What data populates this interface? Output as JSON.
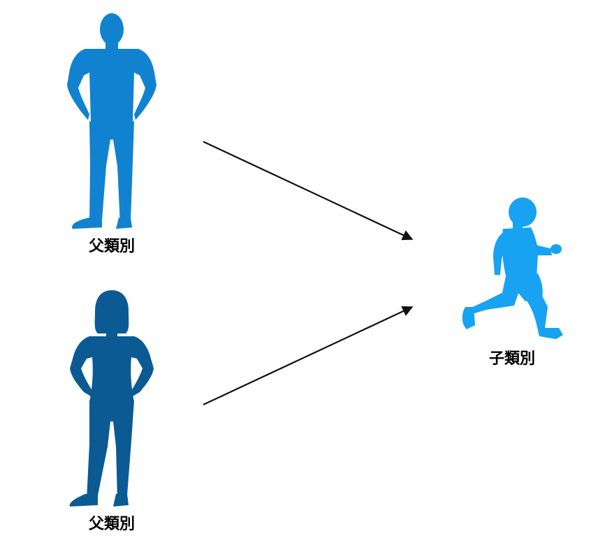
{
  "figures": {
    "father": {
      "label": "父類別",
      "color": "#1182d0",
      "icon": "standing-man-silhouette"
    },
    "mother": {
      "label": "父類別",
      "color": "#0b5a93",
      "icon": "standing-woman-silhouette"
    },
    "child": {
      "label": "子類別",
      "color": "#18a2f2",
      "icon": "running-boy-silhouette"
    }
  },
  "arrows": {
    "color": "#111111",
    "connections": [
      {
        "from": "father",
        "to": "child"
      },
      {
        "from": "mother",
        "to": "child"
      }
    ]
  }
}
